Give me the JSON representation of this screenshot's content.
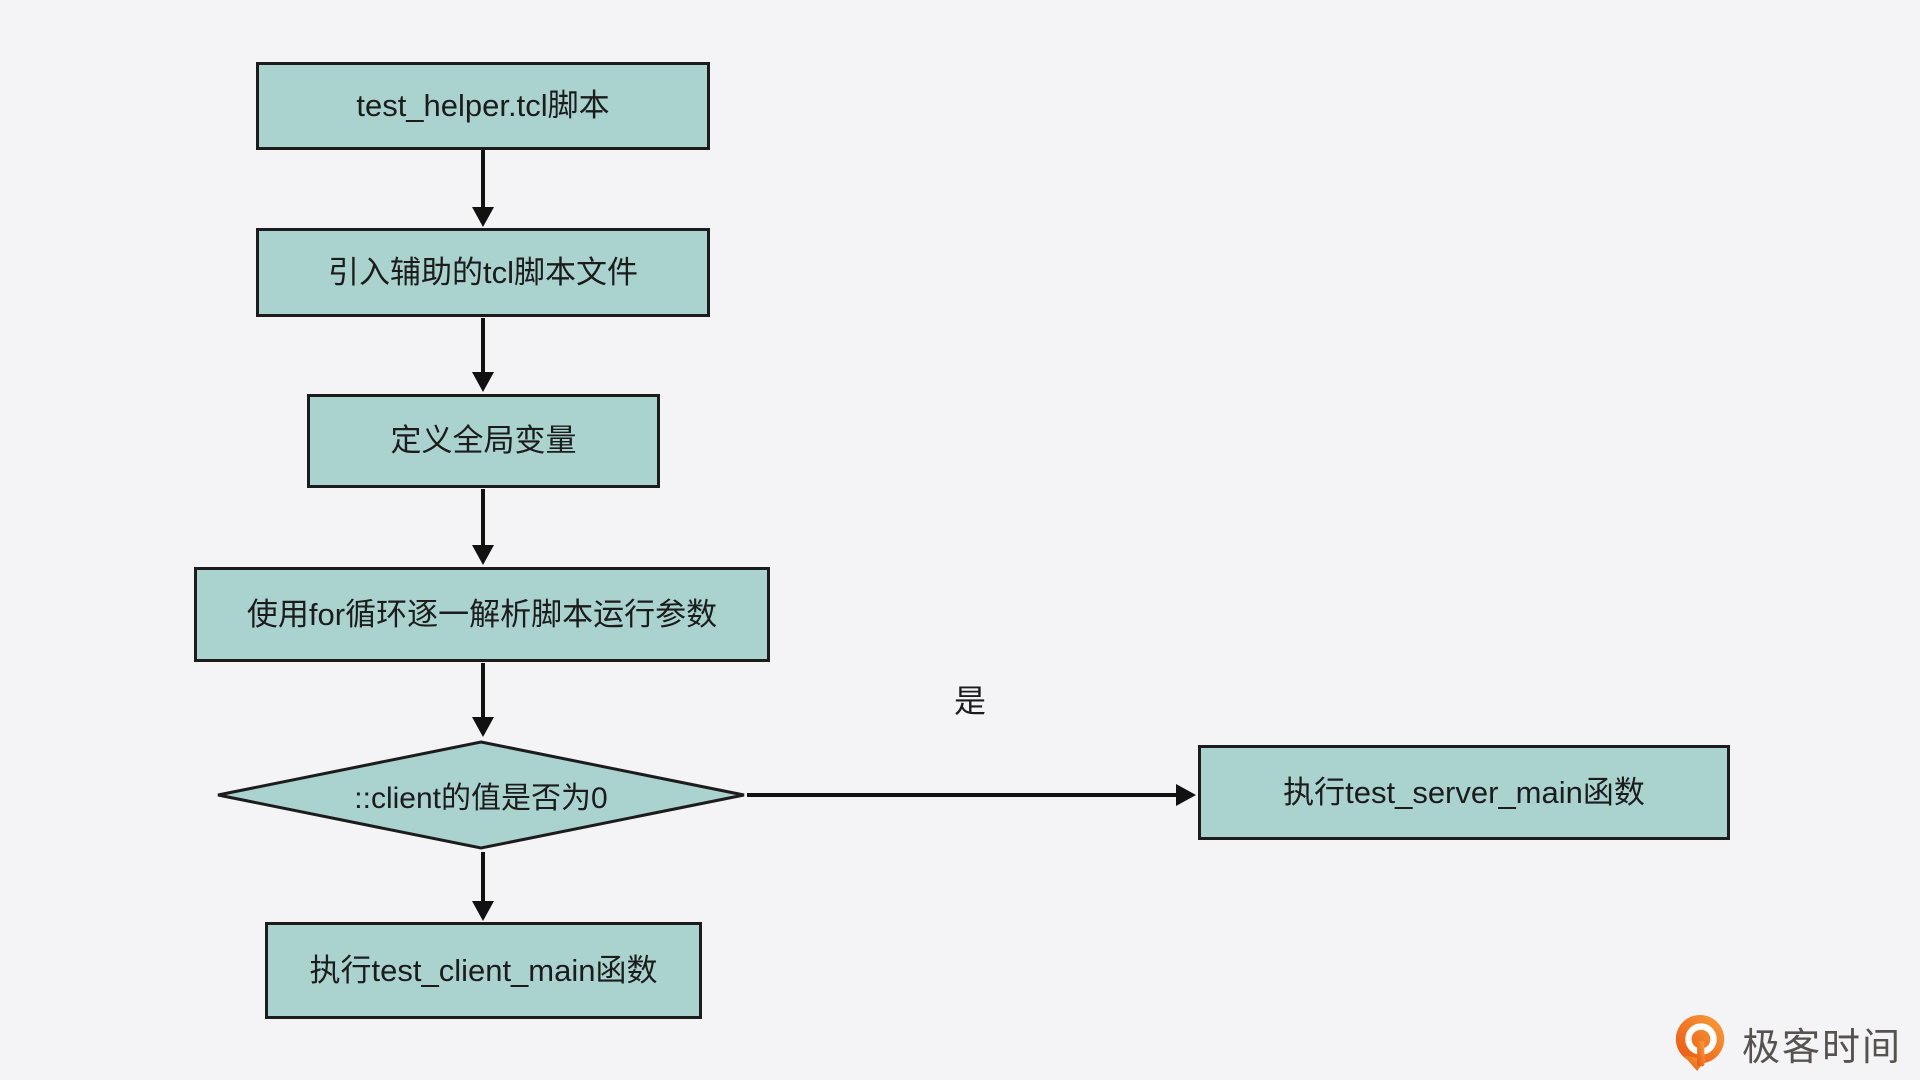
{
  "canvas": {
    "background": "#f4f4f6",
    "node_fill": "#aad3d0",
    "node_border": "#1c1c1c",
    "text_color": "#1c1c1c",
    "arrow_color": "#111111"
  },
  "flowchart": {
    "nodes": [
      {
        "id": "start",
        "type": "process",
        "label": "test_helper.tcl脚本"
      },
      {
        "id": "import",
        "type": "process",
        "label": "引入辅助的tcl脚本文件"
      },
      {
        "id": "globals",
        "type": "process",
        "label": "定义全局变量"
      },
      {
        "id": "parse",
        "type": "process",
        "label": "使用for循环逐一解析脚本运行参数"
      },
      {
        "id": "decision",
        "type": "decision",
        "label": "::client的值是否为0"
      },
      {
        "id": "server",
        "type": "process",
        "label": "执行test_server_main函数"
      },
      {
        "id": "client",
        "type": "process",
        "label": "执行test_client_main函数"
      }
    ],
    "edge_labels": {
      "yes": "是"
    }
  },
  "branding": {
    "logo_text": "极客时间",
    "logo_orange_light": "#f9a13e",
    "logo_orange_dark": "#e85410",
    "logo_text_color": "#56524f"
  }
}
